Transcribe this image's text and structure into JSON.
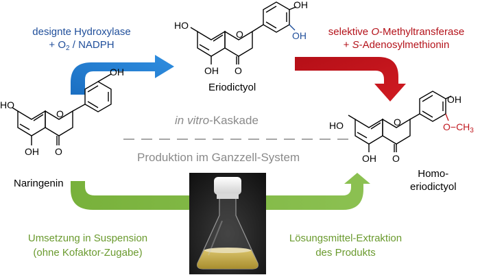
{
  "enzyme_top_left": {
    "line1": "designte Hydroxylase",
    "line2_prefix": "+ O",
    "line2_sub": "2",
    "line2_suffix": " / NADPH"
  },
  "enzyme_top_right": {
    "line1_prefix": "selektive ",
    "line1_italic": "O",
    "line1_suffix": "-Methyltransferase",
    "line2_prefix": "+ ",
    "line2_italic": "S",
    "line2_suffix": "-Adenosylmethionin"
  },
  "compounds": {
    "naringenin": "Naringenin",
    "eriodictyol": "Eriodictyol",
    "homo_line1": "Homo-",
    "homo_line2": "eriodictyol"
  },
  "atoms": {
    "ho": "HO",
    "oh": "OH",
    "o": "O",
    "och3": "O−CH",
    "ch3_sub": "3"
  },
  "center": {
    "invitro_italic": "in vitro",
    "invitro_suffix": "-Kaskade",
    "wholecell": "Produktion im Ganzzell-System"
  },
  "bottom": {
    "left_line1": "Umsetzung in Suspension",
    "left_line2": "(ohne Kofaktor-Zugabe)",
    "right_line1": "Lösungsmittel-Extraktion",
    "right_line2": "des Produkts"
  },
  "colors": {
    "blue_arrow": "#1f78c8",
    "red_arrow": "#c0121a",
    "green_arrow": "#7fb543",
    "dashed_line": "#a6a6a6"
  }
}
